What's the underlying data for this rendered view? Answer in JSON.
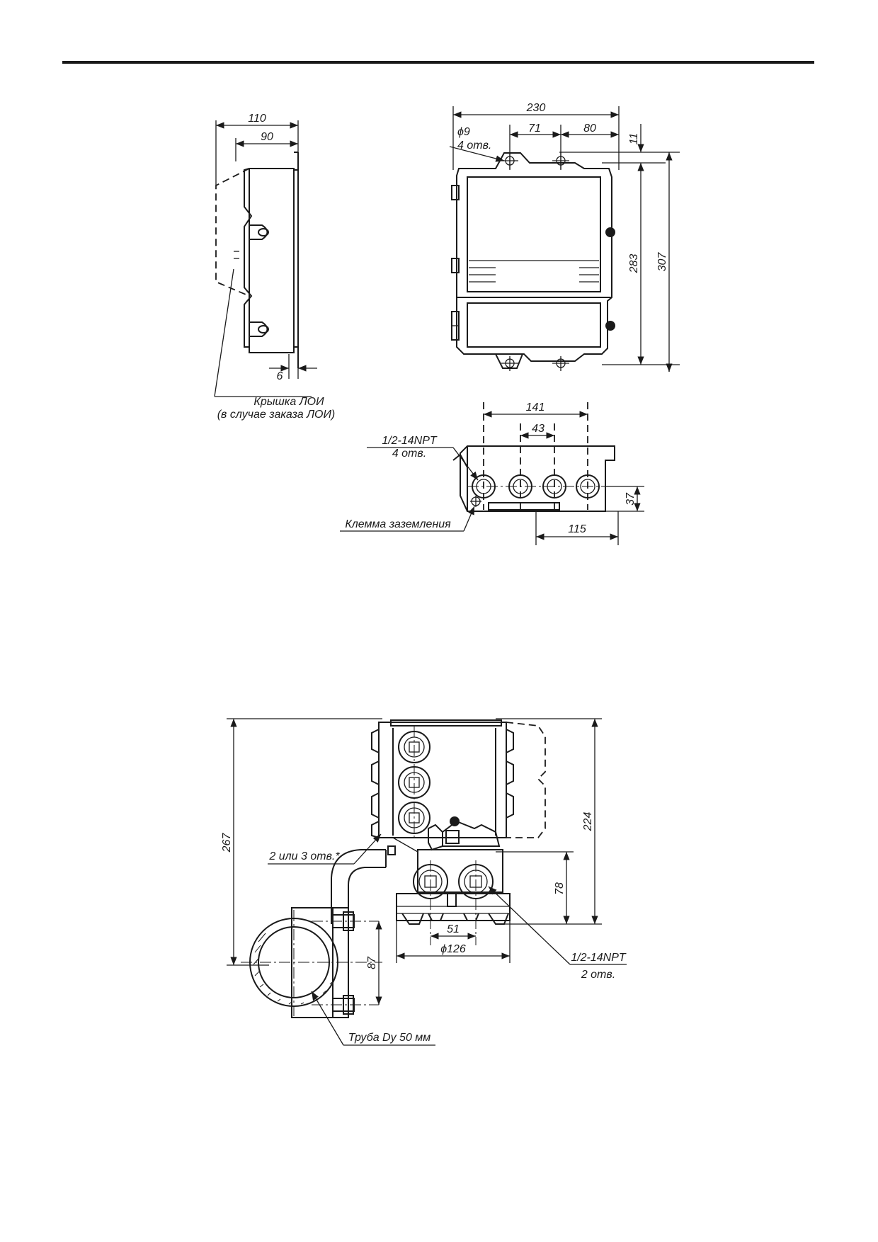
{
  "dims_top": {
    "side_110": "110",
    "side_90": "90",
    "side_6": "6",
    "front_230": "230",
    "front_71": "71",
    "front_80": "80",
    "front_11": "11",
    "front_283": "283",
    "front_307": "307",
    "bottom_141": "141",
    "bottom_43": "43",
    "bottom_37": "37",
    "bottom_115": "115"
  },
  "labels_top": {
    "hole_dia": "ϕ9",
    "hole_count": "4 отв.",
    "loi_cover_1": "Крышка ЛОИ",
    "loi_cover_2": "(в случае заказа ЛОИ)",
    "npt_thread": "1/2-14NPT",
    "npt_count": "4 отв.",
    "ground_terminal": "Клемма заземления"
  },
  "dims_bottom": {
    "height_267": "267",
    "height_224": "224",
    "height_78": "78",
    "width_51": "51",
    "width_126": "ϕ126",
    "height_87": "87"
  },
  "labels_bottom": {
    "holes_2_or_3": "2 или 3 отв.*",
    "npt_thread": "1/2-14NPT",
    "npt_count": "2 отв.",
    "pipe": "Труба Dy 50 мм"
  }
}
